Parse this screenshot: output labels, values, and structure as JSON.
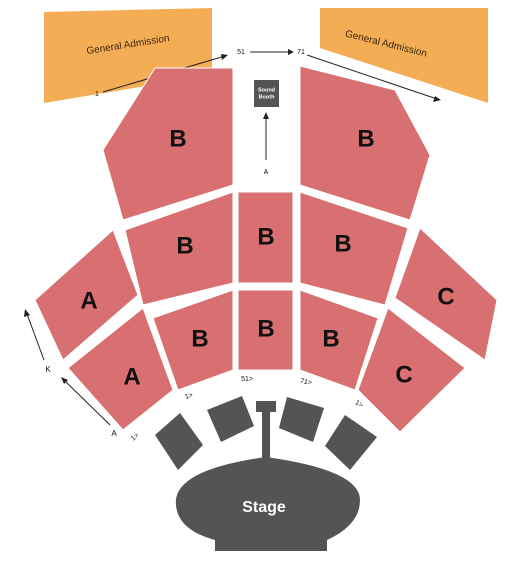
{
  "colors": {
    "section": "#d86f70",
    "section_hover": "#e08586",
    "general_admission": "#f4ac55",
    "dark": "#545454"
  },
  "general_admission": {
    "left": "General Admission",
    "right": "General Admission"
  },
  "sections": {
    "upper_left": "B",
    "upper_right": "B",
    "mid_left": "B",
    "mid_center": "B",
    "mid_right": "B",
    "low_left": "B",
    "low_center": "B",
    "low_right": "B",
    "far_left_upper": "A",
    "far_left_lower": "A",
    "far_right_upper": "C",
    "far_right_lower": "C"
  },
  "sound_booth": {
    "line1": "Sound",
    "line2": "Booth",
    "row_label": "A"
  },
  "stage": {
    "label": "Stage"
  },
  "row_markers": {
    "seat_1_top": "1",
    "seat_51_top": "51",
    "seat_71_top": "71",
    "row_k": "K",
    "row_a": "A",
    "seat_1_left": "1>",
    "seat_1_center_left": "1>",
    "seat_51_center": "51>",
    "seat_71_center": "71>",
    "seat_1_right": "1>"
  }
}
